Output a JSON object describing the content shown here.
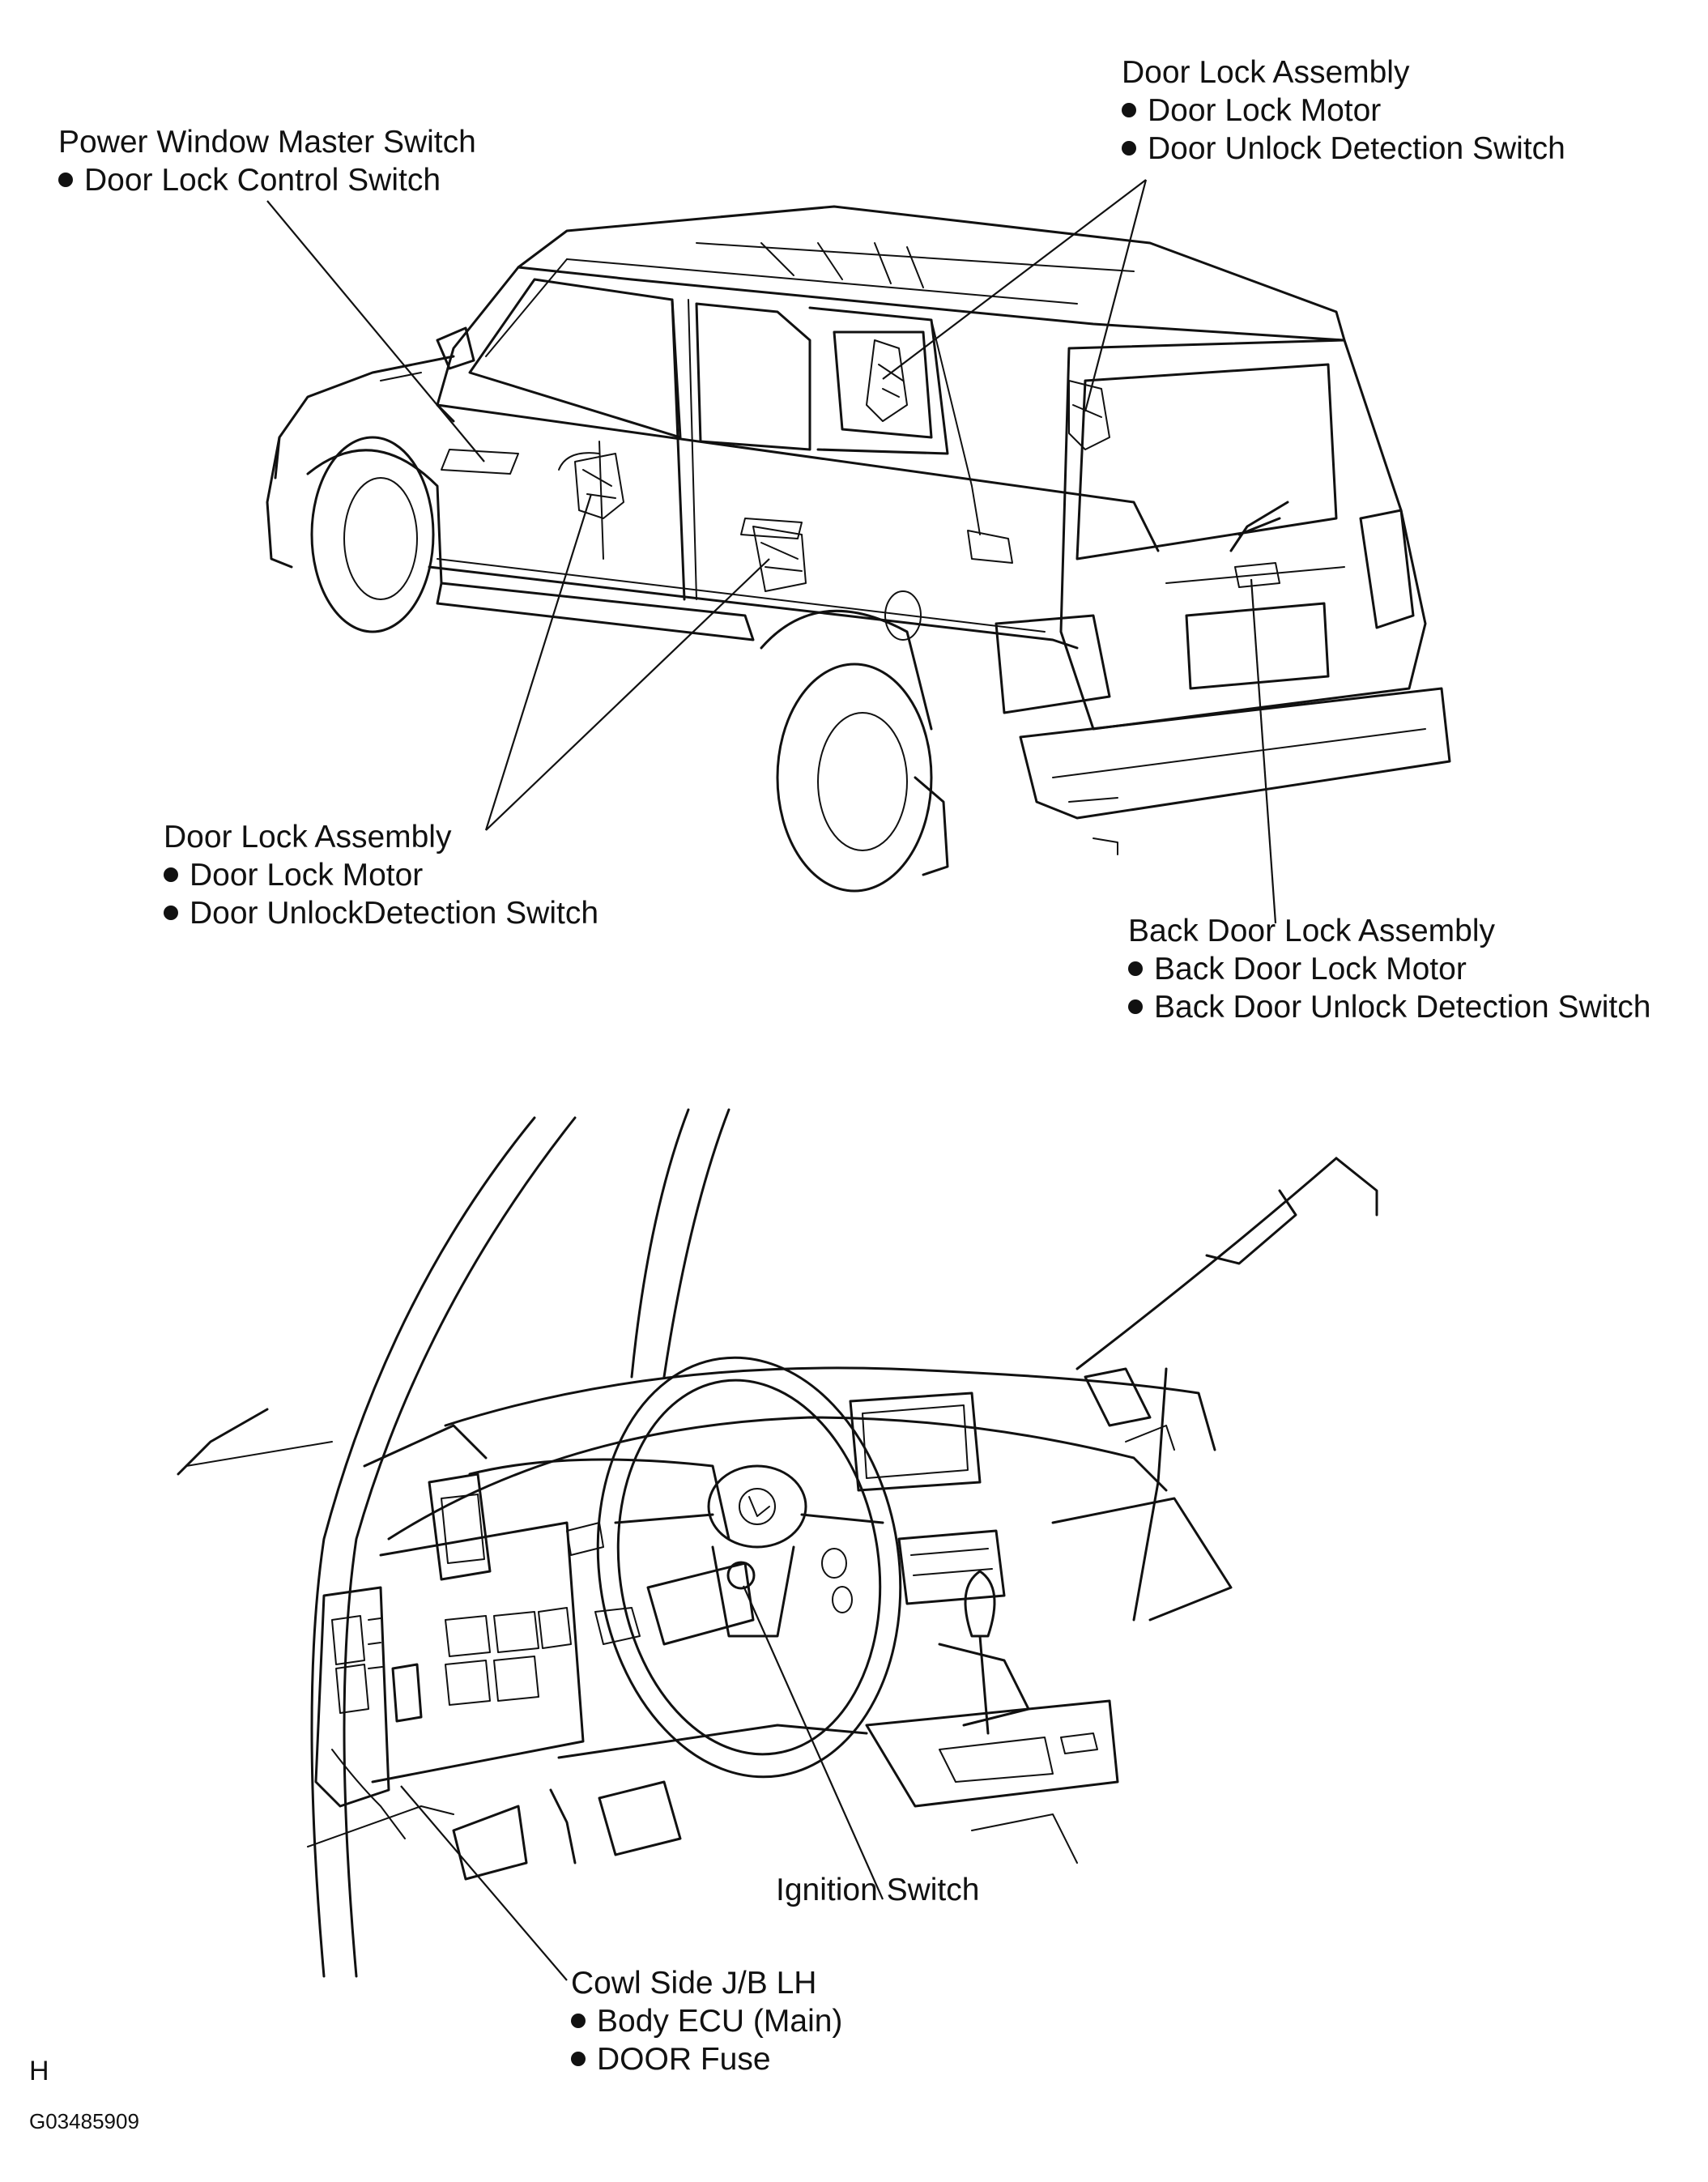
{
  "callouts": {
    "power_window_switch": {
      "title": "Power Window Master Switch",
      "items": [
        "Door Lock Control Switch"
      ]
    },
    "rear_door_lock_assembly": {
      "title": "Door Lock Assembly",
      "items": [
        "Door Lock Motor",
        "Door Unlock Detection Switch"
      ]
    },
    "front_door_lock_assembly": {
      "title": "Door Lock Assembly",
      "items": [
        "Door Lock Motor",
        "Door UnlockDetection Switch"
      ]
    },
    "back_door_lock_assembly": {
      "title": "Back Door Lock Assembly",
      "items": [
        "Back Door Lock Motor",
        "Back Door Unlock Detection Switch"
      ]
    },
    "ignition_switch": {
      "title": "Ignition Switch",
      "items": []
    },
    "cowl_side_jb": {
      "title": "Cowl Side J/B LH",
      "items": [
        "Body ECU (Main)",
        "DOOR Fuse"
      ]
    }
  },
  "footer": {
    "drive_side": "H",
    "figure_code": "G03485909"
  },
  "colors": {
    "ink": "#111111",
    "paper": "#ffffff"
  }
}
